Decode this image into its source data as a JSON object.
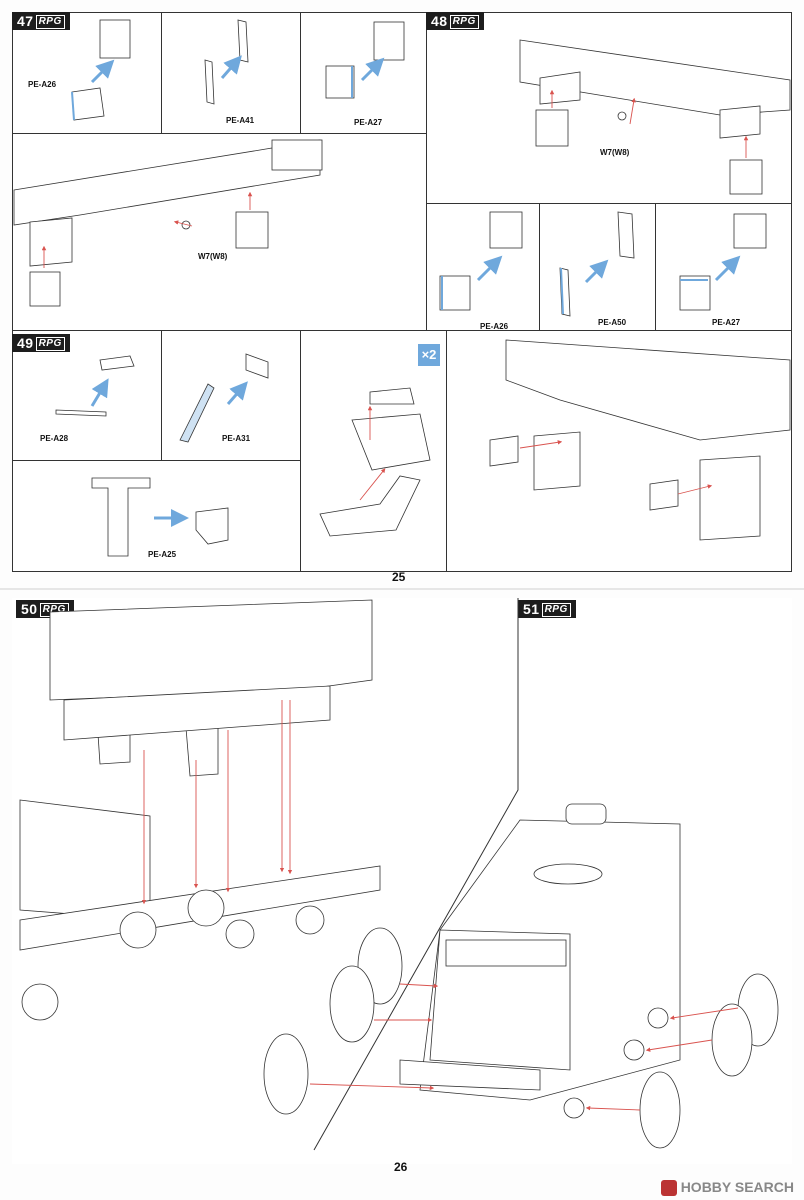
{
  "top_page": {
    "page_number": "25",
    "steps": [
      {
        "number": "47",
        "brand": "RPG"
      },
      {
        "number": "48",
        "brand": "RPG"
      },
      {
        "number": "49",
        "brand": "RPG"
      }
    ],
    "part_labels": {
      "pe_a26_s47": "PE-A26",
      "pe_a41": "PE-A41",
      "pe_a27_s47": "PE-A27",
      "w7_s47": "W7(W8)",
      "w7_s48": "W7(W8)",
      "pe_a26_s48": "PE-A26",
      "pe_a50": "PE-A50",
      "pe_a27_s48": "PE-A27",
      "pe_a28": "PE-A28",
      "pe_a31": "PE-A31",
      "pe_a25": "PE-A25"
    },
    "multiplier": "×2"
  },
  "bottom_page": {
    "page_number": "26",
    "steps": [
      {
        "number": "50",
        "brand": "RPG"
      },
      {
        "number": "51",
        "brand": "RPG"
      }
    ]
  },
  "watermark": {
    "text": "HOBBY SEARCH"
  },
  "colors": {
    "accent_blue": "#6fa8dc",
    "arrow_red": "#d9534f",
    "line": "#333333"
  }
}
